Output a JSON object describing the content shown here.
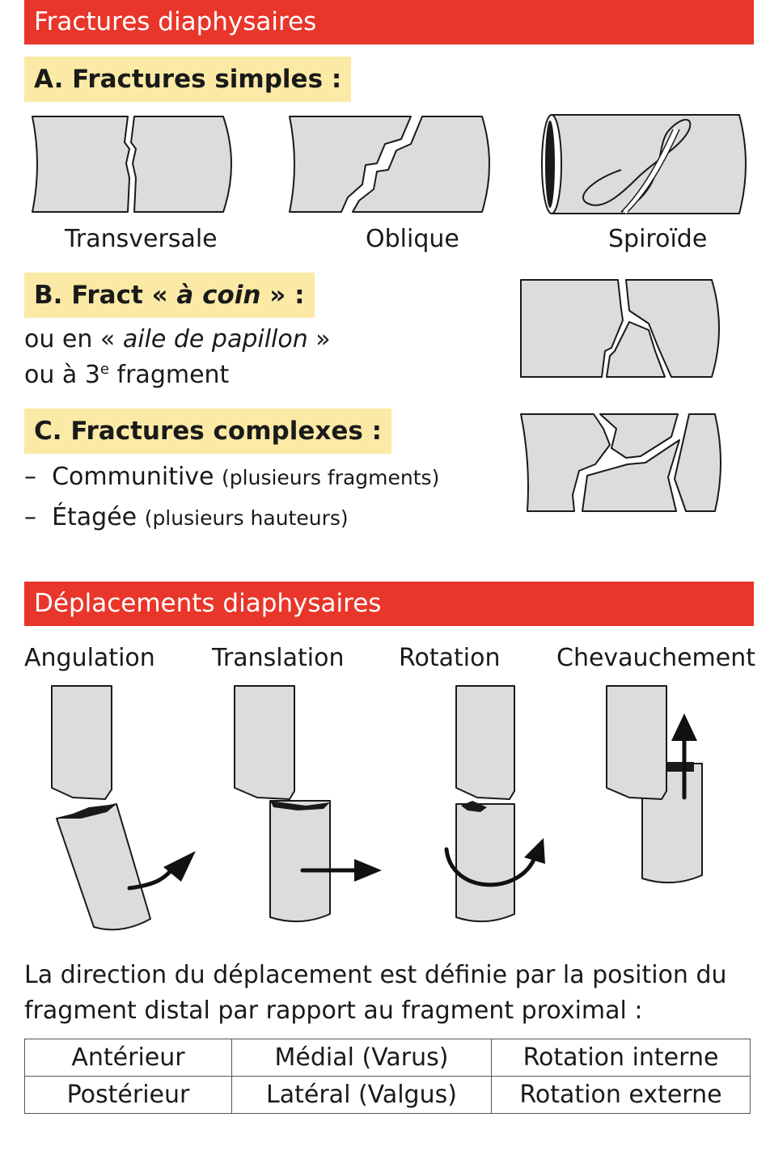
{
  "section1": {
    "title": "Fractures diaphysaires",
    "a_title": "A. Fractures simples :",
    "a_labels": [
      "Transversale",
      "Oblique",
      "Spiroïde"
    ],
    "b_title_pre": "B. Fract « ",
    "b_title_em": "à coin",
    "b_title_post": " » :",
    "b_line1_pre": "ou en « ",
    "b_line1_em": "aile de papillon",
    "b_line1_post": " »",
    "b_line2_pre": "ou à 3",
    "b_line2_sup": "e",
    "b_line2_post": " fragment",
    "c_title": "C. Fractures complexes :",
    "c_items": [
      {
        "dash": "–",
        "main": "Communitive",
        "note": "(plusieurs fragments)"
      },
      {
        "dash": "–",
        "main": "Étagée",
        "note": "(plusieurs hauteurs)"
      }
    ]
  },
  "section2": {
    "title": "Déplacements diaphysaires",
    "labels": [
      "Angulation",
      "Translation",
      "Rotation",
      "Chevauchement"
    ],
    "description_line1": "La direction du déplacement est définie par la position du",
    "description_line2": "fragment distal par rapport au fragment proximal :",
    "table": [
      [
        "Antérieur",
        "Médial (Varus)",
        "Rotation interne"
      ],
      [
        "Postérieur",
        "Latéral (Valgus)",
        "Rotation externe"
      ]
    ]
  },
  "colors": {
    "banner": "#e8362a",
    "subhead": "#fbeaa6",
    "bone_fill": "#dcdcdc"
  }
}
